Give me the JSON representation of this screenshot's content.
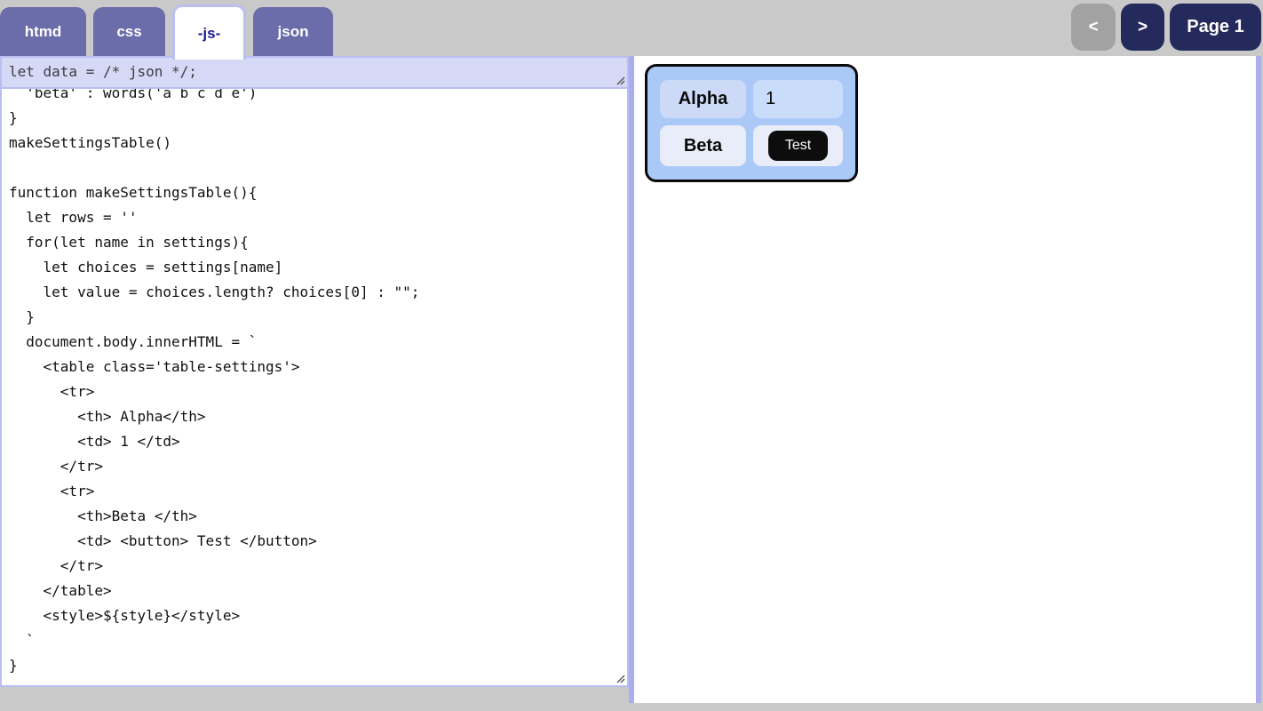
{
  "tabs": {
    "items": [
      {
        "label": "htmd",
        "active": false
      },
      {
        "label": "css",
        "active": false
      },
      {
        "label": "-js-",
        "active": true
      },
      {
        "label": "json",
        "active": false
      }
    ]
  },
  "nav": {
    "prev_label": "<",
    "next_label": ">",
    "page_label": "Page 1"
  },
  "editor": {
    "data_line": "let data = /* json */;",
    "code_lines": [
      "  'beta' : words('a b c d e')",
      "}",
      "makeSettingsTable()",
      "",
      "function makeSettingsTable(){",
      "  let rows = ''",
      "  for(let name in settings){",
      "    let choices = settings[name]",
      "    let value = choices.length? choices[0] : \"\";",
      "  }",
      "  document.body.innerHTML = `",
      "    <table class='table-settings'>",
      "      <tr>",
      "        <th> Alpha</th>",
      "        <td> 1 </td>",
      "      </tr>",
      "      <tr>",
      "        <th>Beta </th>",
      "        <td> <button> Test </button>",
      "      </tr>",
      "    </table>",
      "    <style>${style}</style>",
      "  `",
      "}"
    ]
  },
  "preview": {
    "rows": [
      {
        "header": "Alpha",
        "value": "1",
        "cell_type": "text"
      },
      {
        "header": "Beta",
        "value": "Test",
        "cell_type": "button"
      }
    ]
  },
  "colors": {
    "tab_inactive_bg": "#6b6caa",
    "tab_active_text": "#1c1c96",
    "tab_active_border": "#b9bff1",
    "page_bg": "#c9c9c9",
    "mini_editor_bg": "#d5d9f5",
    "divider": "#aaaeec",
    "nav_navy": "#252a5c",
    "nav_gray": "#a2a2a2",
    "table_container_bg": "#abc9f7",
    "row1_th_bg": "#ccd9f7",
    "row1_td_bg": "#c9dcfa",
    "row2_cell_bg": "#e9ecf9",
    "test_button_bg": "#0d0d0d"
  }
}
